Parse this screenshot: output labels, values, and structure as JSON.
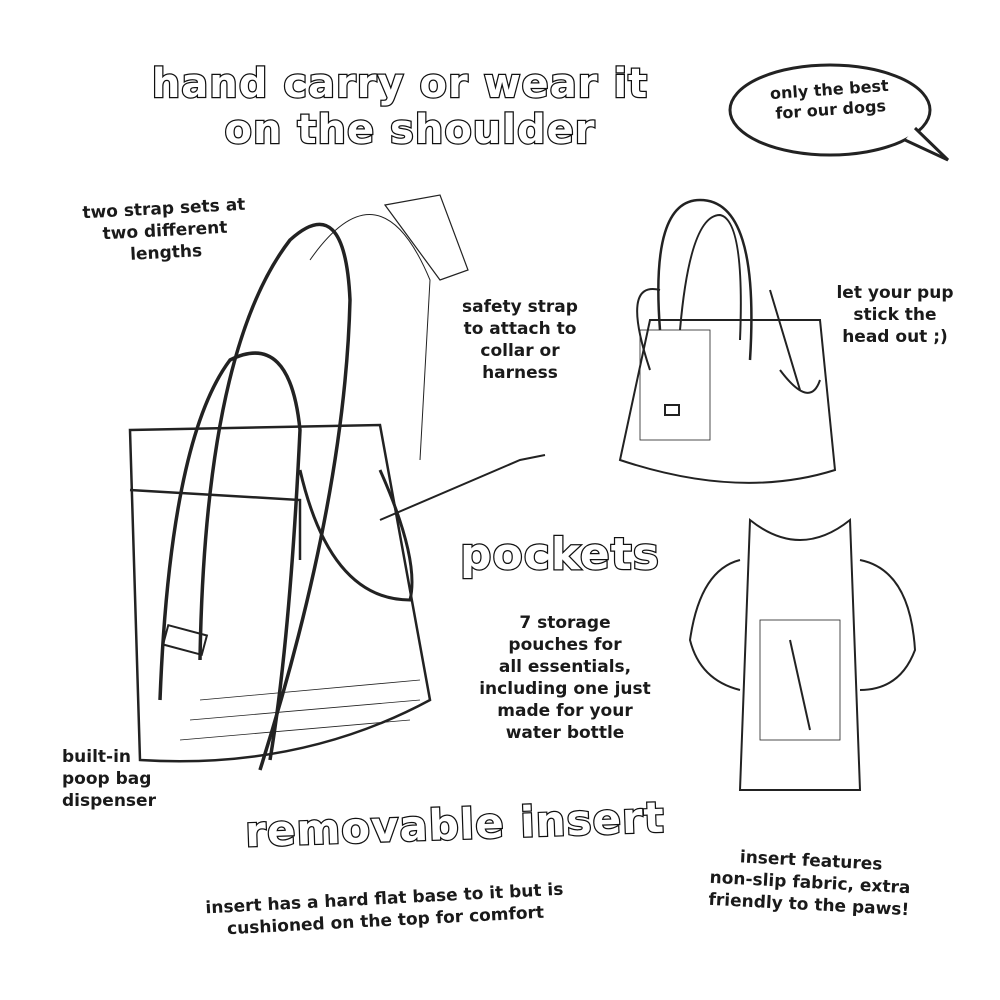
{
  "title": {
    "line1": "hand carry or wear it",
    "line2": "on the shoulder"
  },
  "speech_bubble": "only the best\nfor our dogs",
  "annotations": {
    "straps": "two strap sets at\ntwo different\nlengths",
    "safety_strap": "safety strap\nto attach to\ncollar or\nharness",
    "head_out": "let your pup\nstick the\nhead out ;)",
    "poop_bag": "built-in\npoop bag\ndispenser",
    "pockets_desc": "7 storage\npouches for\nall essentials,\nincluding one just\nmade for your\nwater bottle",
    "insert_desc": "insert has a hard flat base to it but is\ncushioned on the top for comfort",
    "insert_fabric": "insert features\nnon-slip fabric, extra\nfriendly to the paws!"
  },
  "headings": {
    "pockets": "pockets",
    "removable_insert": "removable insert"
  }
}
